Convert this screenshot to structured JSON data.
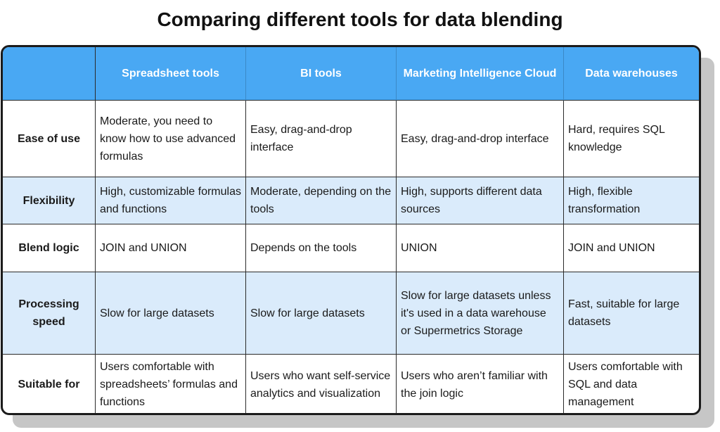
{
  "title": "Comparing different tools for data blending",
  "columns": [
    "",
    "Spreadsheet tools",
    "BI tools",
    "Marketing Intelligence Cloud",
    "Data warehouses"
  ],
  "rows": [
    {
      "label": "Ease of use",
      "cells": [
        "Moderate, you need to know how to use advanced formulas",
        "Easy, drag-and-drop interface",
        "Easy, drag-and-drop interface",
        "Hard, requires SQL knowledge"
      ]
    },
    {
      "label": "Flexibility",
      "cells": [
        "High, customizable formulas and functions",
        "Moderate, depending on the tools",
        "High, supports different data sources",
        "High, flexible transformation"
      ]
    },
    {
      "label": "Blend logic",
      "cells": [
        "JOIN and UNION",
        "Depends on the tools",
        "UNION",
        "JOIN and UNION"
      ]
    },
    {
      "label": "Processing speed",
      "cells": [
        "Slow for large datasets",
        "Slow for large datasets",
        "Slow for large datasets unless it's used in a data warehouse or Supermetrics Storage",
        "Fast, suitable for large datasets"
      ]
    },
    {
      "label": "Suitable for",
      "cells": [
        "Users comfortable with spreadsheets’ formulas and functions",
        "Users who want self-service analytics and visualization",
        "Users who aren’t familiar with the join logic",
        "Users comfortable with SQL and data management"
      ]
    }
  ],
  "colors": {
    "header_bg": "#49a8f3",
    "alt_row_bg": "#daebfb",
    "border": "#1b1b1b"
  }
}
